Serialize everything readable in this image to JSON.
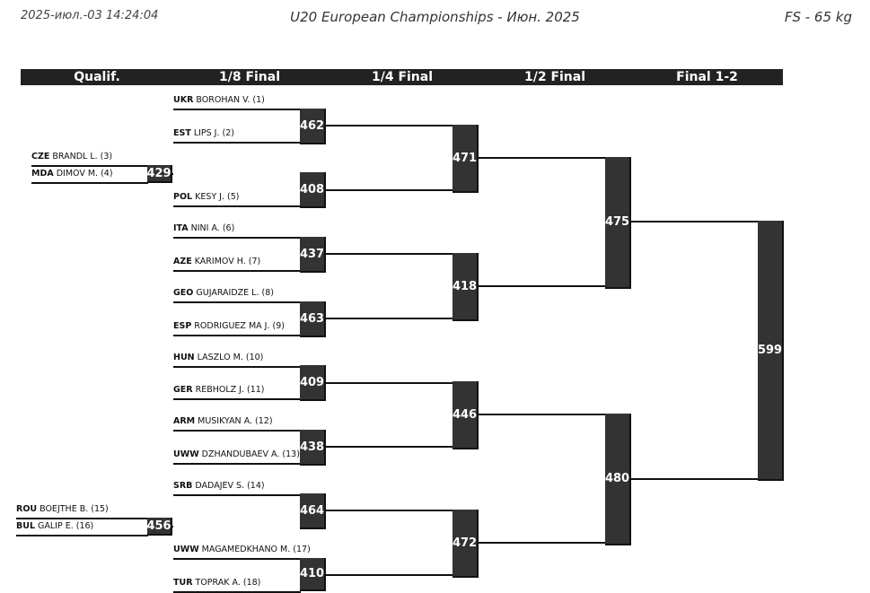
{
  "header": {
    "datetime": "2025-июл.-03 14:24:04",
    "title": "U20 European Championships - Июн. 2025",
    "category": "FS - 65 kg"
  },
  "rounds": [
    "Qualif.",
    "1/8 Final",
    "1/4 Final",
    "1/2 Final",
    "Final 1-2"
  ],
  "wrestlers": [
    {
      "country": "UKR",
      "name": "BOROHAN V. (1)"
    },
    {
      "country": "EST",
      "name": "LIPS J. (2)"
    },
    {
      "country": "CZE",
      "name": "BRANDL L. (3)"
    },
    {
      "country": "MDA",
      "name": "DIMOV M. (4)"
    },
    {
      "country": "POL",
      "name": "KESY J. (5)"
    },
    {
      "country": "ITA",
      "name": "NINI A. (6)"
    },
    {
      "country": "AZE",
      "name": "KARIMOV H. (7)"
    },
    {
      "country": "GEO",
      "name": "GUJARAIDZE L. (8)"
    },
    {
      "country": "ESP",
      "name": "RODRIGUEZ MA J. (9)"
    },
    {
      "country": "HUN",
      "name": "LASZLO M. (10)"
    },
    {
      "country": "GER",
      "name": "REBHOLZ J. (11)"
    },
    {
      "country": "ARM",
      "name": "MUSIKYAN A. (12)"
    },
    {
      "country": "UWW",
      "name": "DZHANDUBAEV A. (13)"
    },
    {
      "country": "SRB",
      "name": "DADAJEV S. (14)"
    },
    {
      "country": "ROU",
      "name": "BOEJTHE B. (15)"
    },
    {
      "country": "BUL",
      "name": "GALIP E. (16)"
    },
    {
      "country": "UWW",
      "name": "MAGAMEDKHANO M. (17)"
    },
    {
      "country": "TUR",
      "name": "TOPRAK A. (18)"
    }
  ],
  "bouts": {
    "qualif_1": "429",
    "qualif_2": "456",
    "r16_1": "462",
    "r16_2": "408",
    "r16_3": "437",
    "r16_4": "463",
    "r16_5": "409",
    "r16_6": "438",
    "r16_7": "464",
    "r16_8": "410",
    "qf_1": "471",
    "qf_2": "418",
    "qf_3": "446",
    "qf_4": "472",
    "sf_1": "475",
    "sf_2": "480",
    "final": "599"
  }
}
